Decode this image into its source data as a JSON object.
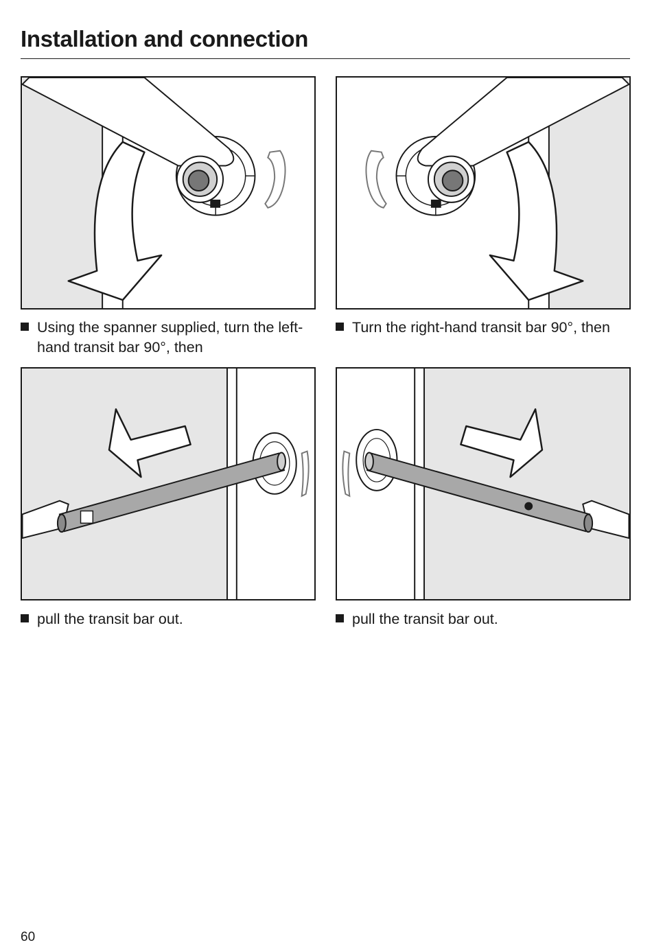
{
  "header": {
    "title": "Installation and connection"
  },
  "steps": [
    {
      "text": "Using the spanner supplied, turn the left-hand transit bar 90°, then"
    },
    {
      "text": "Turn the right-hand transit bar 90°, then"
    },
    {
      "text": "pull the transit bar out."
    },
    {
      "text": "pull the transit bar out."
    }
  ],
  "footer": {
    "page_number": "60"
  },
  "colors": {
    "text": "#1a1a1a",
    "panel_gray": "#e6e6e6",
    "bar_gray": "#a8a8a8"
  }
}
